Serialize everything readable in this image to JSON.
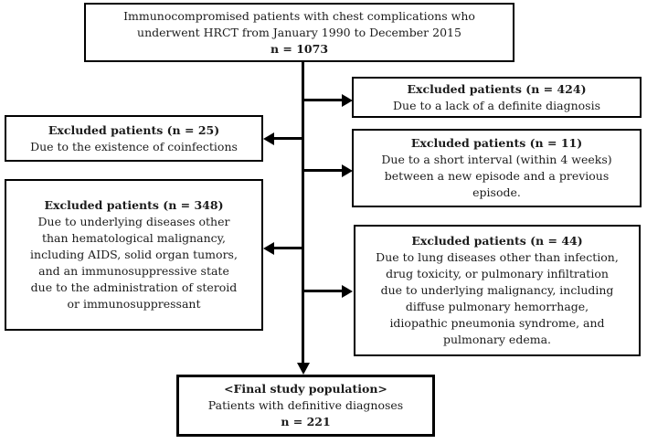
{
  "figure": {
    "background_color": "#ffffff",
    "line_color": "#000000",
    "top_box": {
      "text": "Immunocompromised patients with chest complications who\nunderwent HRCT  from January 1990 to December 2015",
      "n_label": "n = 1073"
    },
    "excluded_right": [
      {
        "title": "Excluded patients (n = 424)",
        "body": "Due to a lack of a definite diagnosis"
      },
      {
        "title": "Excluded patients (n = 11)",
        "body": "Due to a short interval (within 4 weeks)\nbetween a new episode and a previous\nepisode."
      },
      {
        "title": "Excluded patients (n = 44)",
        "body": "Due to lung diseases other than infection,\ndrug toxicity, or pulmonary infiltration\ndue to underlying malignancy, including\ndiffuse pulmonary hemorrhage,\nidiopathic pneumonia syndrome, and\npulmonary edema."
      }
    ],
    "excluded_left": [
      {
        "title": "Excluded patients (n = 25)",
        "body": "Due to the existence  of coinfections"
      },
      {
        "title": "Excluded patients (n = 348)",
        "body": "Due to underlying diseases other\nthan hematological malignancy,\nincluding AIDS, solid organ tumors,\nand an immunosuppressive state\ndue to the administration of steroid\nor immunosuppressant"
      }
    ],
    "final_box": {
      "title": "<Final study population>",
      "body": "Patients with definitive diagnoses",
      "n_label": "n = 221"
    }
  }
}
